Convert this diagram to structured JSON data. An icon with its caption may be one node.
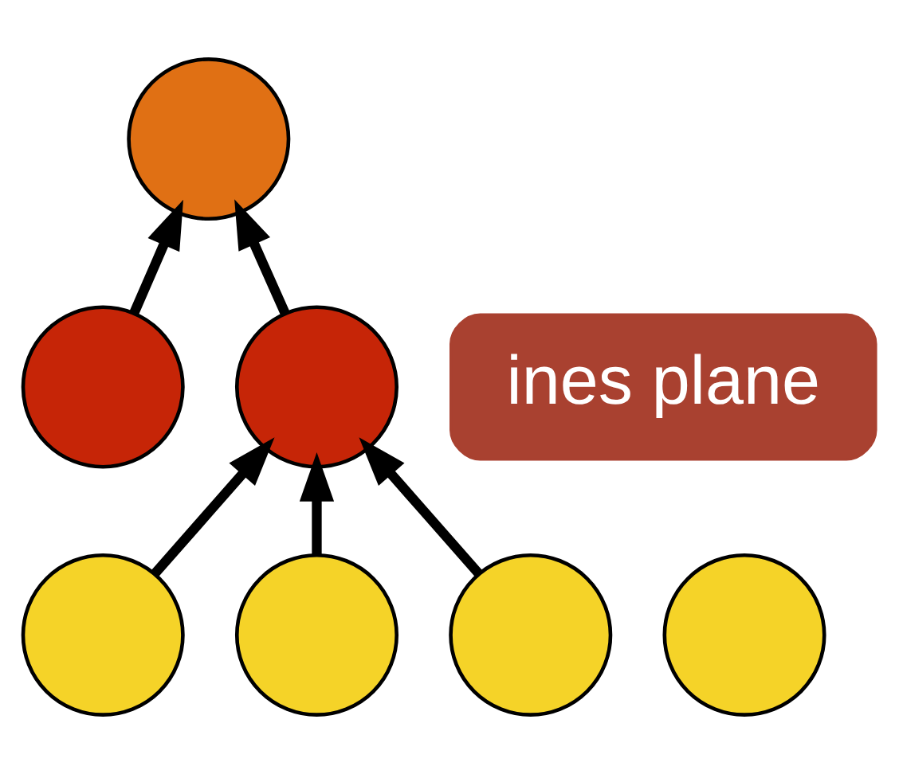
{
  "diagram": {
    "nodes": [
      {
        "text": [],
        "shape": "circle"
      },
      {
        "text": [],
        "shape": "circle"
      },
      {
        "text": [],
        "shape": "circle"
      },
      {
        "text": [
          "ines plane"
        ]
      },
      {
        "text": [],
        "shape": "circle"
      },
      {
        "text": [],
        "shape": "circle"
      },
      {
        "text": [],
        "shape": "circle"
      },
      {
        "text": [],
        "shape": "circle"
      }
    ],
    "edges": [
      {
        "from": 1,
        "to": 0,
        "arrow": "to"
      },
      {
        "from": 2,
        "to": 0,
        "arrow": "to"
      },
      {
        "from": 5,
        "to": 2,
        "arrow": "to"
      },
      {
        "from": 6,
        "to": 2,
        "arrow": "to"
      },
      {
        "from": 7,
        "to": 2,
        "arrow": "to"
      }
    ]
  }
}
